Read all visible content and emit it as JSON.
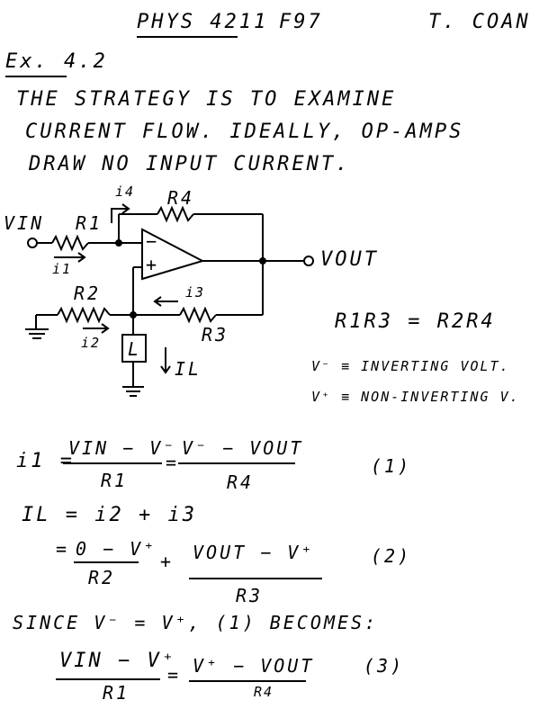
{
  "header": {
    "course": "PHYS 4211",
    "term": "F97",
    "author": "T. COAN"
  },
  "example": "Ex. 4.2",
  "intro_lines": [
    "THE STRATEGY IS TO EXAMINE",
    "CURRENT FLOW. IDEALLY, OP-AMPS",
    "DRAW NO INPUT CURRENT."
  ],
  "circuit": {
    "vin": "VIN",
    "vout": "VOUT",
    "r1": "R1",
    "r2": "R2",
    "r3": "R3",
    "r4": "R4",
    "i1": "i1",
    "i2": "i2",
    "i3": "i3",
    "i4": "i4",
    "load": "L",
    "il": "IL",
    "minus": "−",
    "plus": "+"
  },
  "notes": {
    "balance": "R1R3 = R2R4",
    "vminus": "V⁻ ≡ INVERTING VOLT.",
    "vplus": "V⁺ ≡ NON-INVERTING V."
  },
  "eq1": {
    "lhs": "i1 =",
    "n1": "VIN − V⁻",
    "d1": "R1",
    "eq": "=",
    "n2": "V⁻ − VOUT",
    "d2": "R4",
    "tag": "(1)"
  },
  "eq2a": {
    "text": "IL = i2 + i3"
  },
  "eq2b": {
    "eq": "=",
    "n1": "0 − V⁺",
    "d1": "R2",
    "plus": "+",
    "n2": "VOUT − V⁺",
    "d2": "R3",
    "tag": "(2)"
  },
  "since": "SINCE V⁻ = V⁺, (1) BECOMES:",
  "eq3": {
    "n1": "VIN − V⁺",
    "d1": "R1",
    "eq": "=",
    "n2": "V⁺ − VOUT",
    "d2": "R4",
    "tag": "(3)"
  }
}
